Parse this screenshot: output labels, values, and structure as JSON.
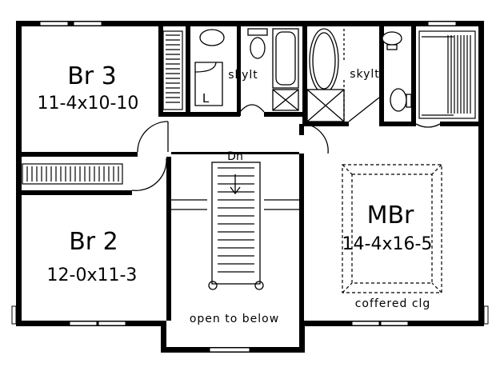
{
  "rooms": {
    "br3": {
      "name": "Br 3",
      "dims": "11-4x10-10"
    },
    "br2": {
      "name": "Br 2",
      "dims": "12-0x11-3"
    },
    "mbr": {
      "name": "MBr",
      "dims": "14-4x16-5",
      "note": "coffered clg"
    }
  },
  "labels": {
    "skylight_left": "skylt",
    "skylight_right": "skylt",
    "linen": "L",
    "stair_dir": "Dn",
    "open_below": "open to below"
  },
  "colors": {
    "line": "#000000",
    "fill": "#ffffff"
  }
}
